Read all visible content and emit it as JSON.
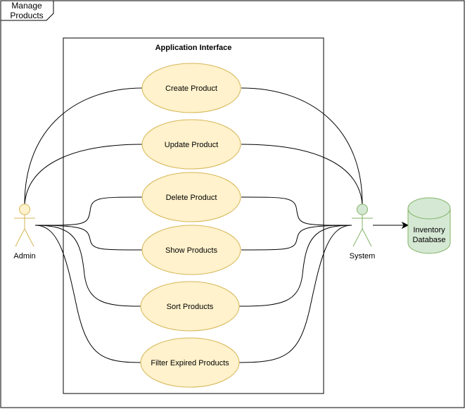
{
  "frame": {
    "title_line1": "Manage",
    "title_line2": "Products"
  },
  "system_boundary": {
    "title": "Application Interface"
  },
  "actors": {
    "admin": {
      "label": "Admin",
      "fill": "#fff2cc",
      "stroke": "#d6b656"
    },
    "system": {
      "label": "System",
      "fill": "#d5e8d4",
      "stroke": "#82b366"
    }
  },
  "use_cases": [
    {
      "label": "Create Product"
    },
    {
      "label": "Update Product"
    },
    {
      "label": "Delete Product"
    },
    {
      "label": "Show Products"
    },
    {
      "label": "Sort Products"
    },
    {
      "label": "Filter Expired Products"
    }
  ],
  "database": {
    "line1": "Inventory",
    "line2": "Database",
    "fill": "#d5e8d4",
    "stroke": "#82b366"
  },
  "colors": {
    "usecase_fill": "#fff2cc",
    "usecase_stroke": "#d6b656",
    "line": "#000000"
  }
}
